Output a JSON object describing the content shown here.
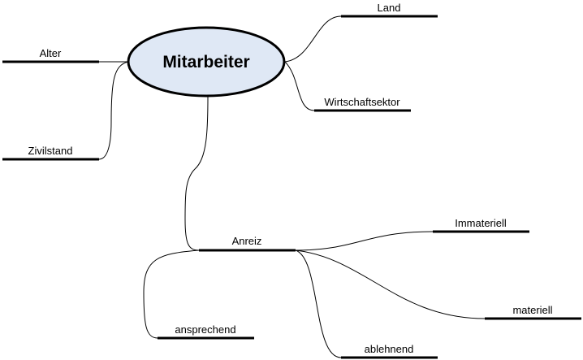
{
  "root": {
    "label": "Mitarbeiter",
    "fill_color": "#dfe8f5",
    "outline_color": "#000000"
  },
  "topics": [
    {
      "id": "land",
      "label": "Land"
    },
    {
      "id": "wirtschaftssektor",
      "label": "Wirtschaftsektor"
    },
    {
      "id": "alter",
      "label": "Alter"
    },
    {
      "id": "zivilstand",
      "label": "Zivilstand"
    },
    {
      "id": "anreiz",
      "label": "Anreiz",
      "children": [
        {
          "id": "immateriell",
          "label": "Immateriell"
        },
        {
          "id": "materiell",
          "label": "materiell"
        },
        {
          "id": "ablehnend",
          "label": "ablehnend"
        },
        {
          "id": "ansprechend",
          "label": "ansprechend"
        }
      ]
    }
  ]
}
